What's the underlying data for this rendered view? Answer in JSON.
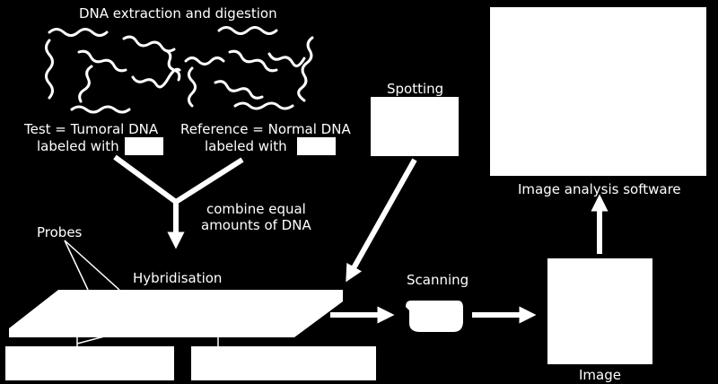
{
  "title": "DNA extraction and digestion",
  "test_label": "Test = Tumoral DNA",
  "test_sublabel": "labeled with",
  "reference_label": "Reference = Normal DNA",
  "reference_sublabel": "labeled with",
  "combine_label_1": "combine equal",
  "combine_label_2": "amounts of DNA",
  "spotting_label": "Spotting",
  "probes_label": "Probes",
  "hybridisation_label": "Hybridisation",
  "scanning_label": "Scanning",
  "image_label": "Image",
  "software_label": "Image analysis software",
  "colors": {
    "background": "#000000",
    "foreground": "#ffffff"
  }
}
